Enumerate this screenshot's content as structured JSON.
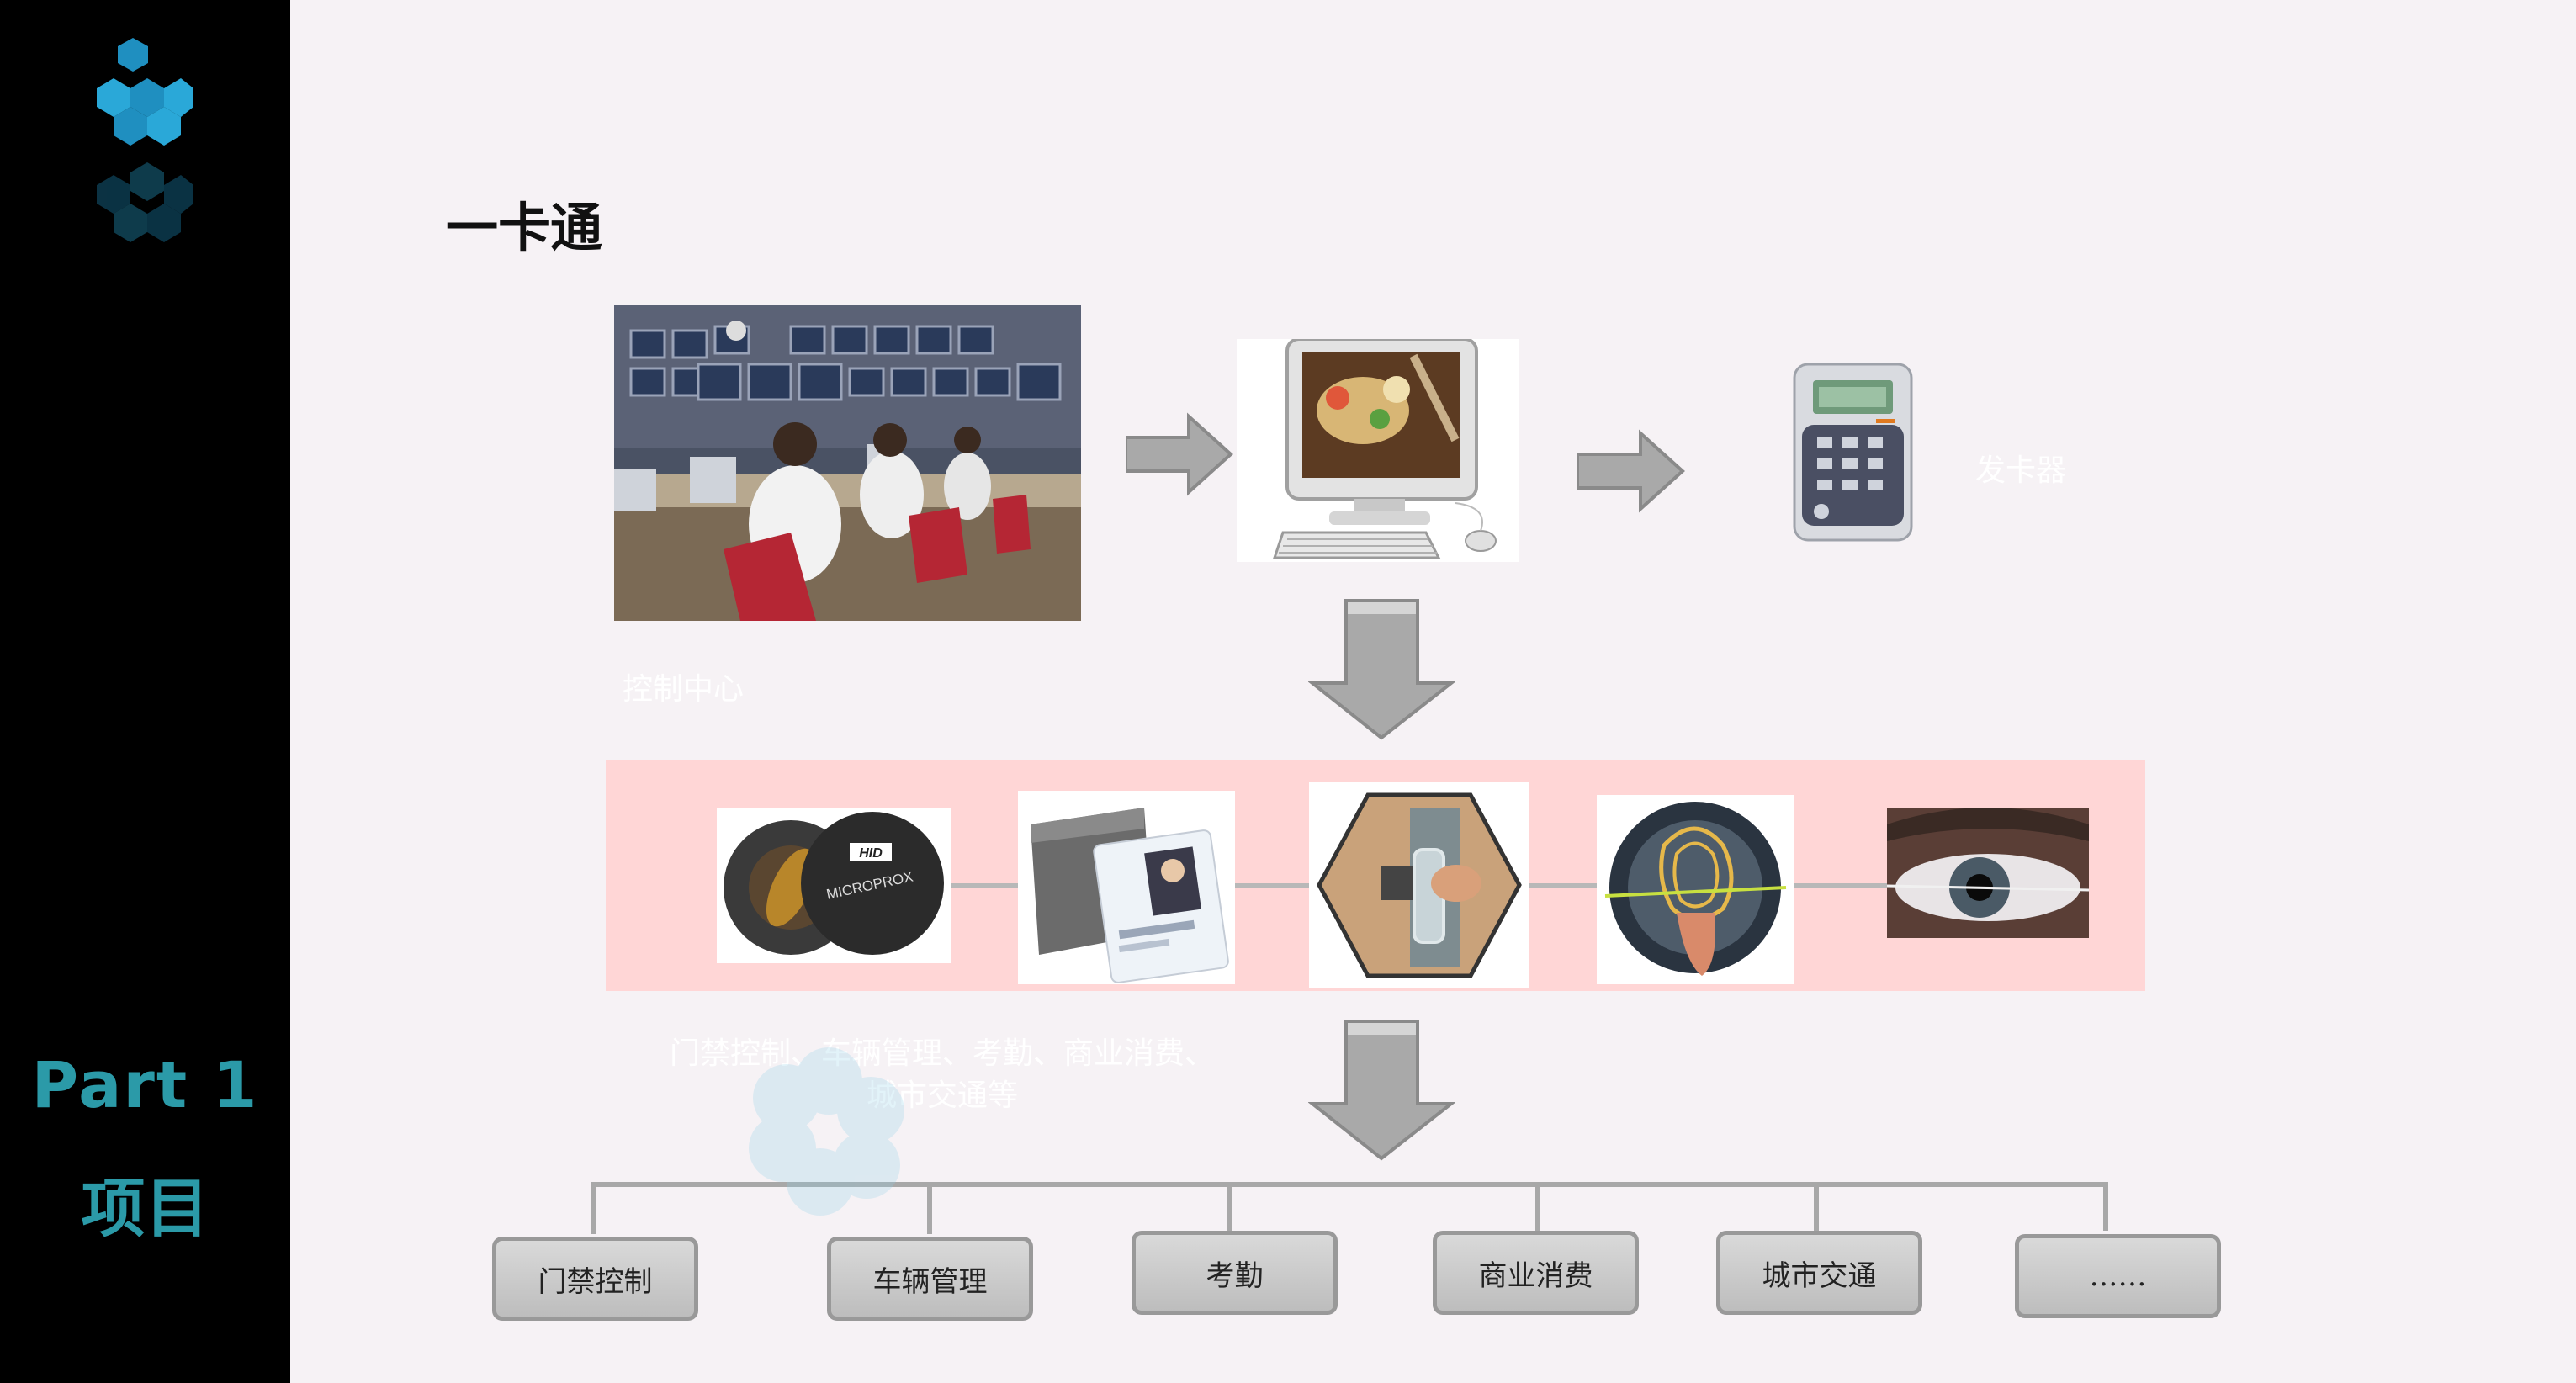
{
  "sidebar": {
    "part_title": "Part 1",
    "part_subtitle": "项目"
  },
  "title": "一卡通",
  "captions": {
    "control_center": "控制中心",
    "card_issuer": "发卡器",
    "applications": "门禁控制、车辆管理、考勤、商业消费、城市交通等"
  },
  "hid_card": {
    "brand": "HID",
    "model": "MICROPROX"
  },
  "modules": [
    "门禁控制",
    "车辆管理",
    "考勤",
    "商业消费",
    "城市交通",
    "……"
  ],
  "colors": {
    "sidebar_bg": "#000000",
    "accent": "#2b9aa8",
    "band": "#ffd6d6",
    "page_bg": "#f6f2f5",
    "arrow": "#a9a9a9"
  },
  "icons": [
    "logo-icon",
    "right-arrow-icon",
    "down-arrow-icon",
    "eye-icon",
    "fingerprint-icon"
  ]
}
